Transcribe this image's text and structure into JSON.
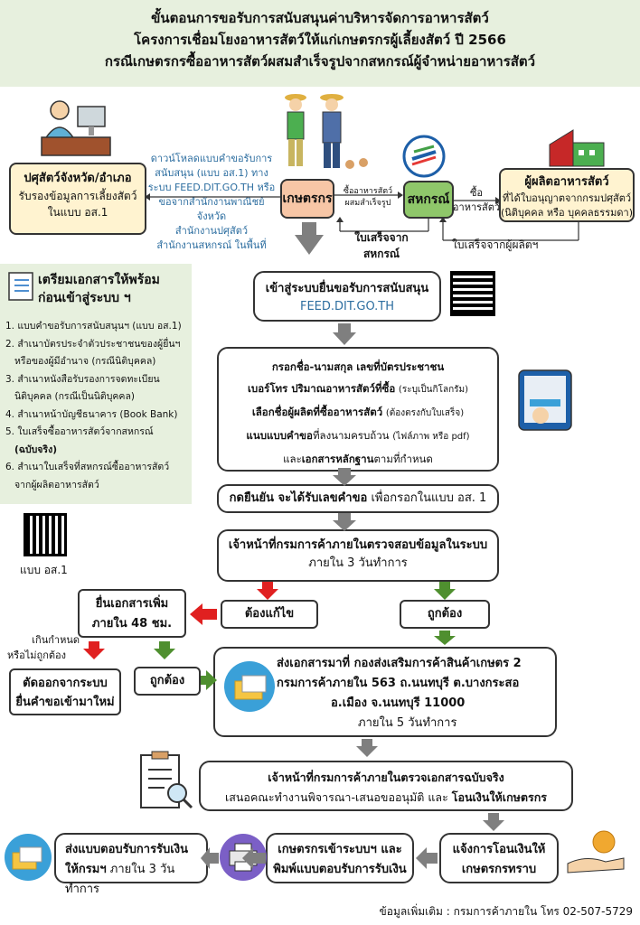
{
  "header": {
    "line1": "ขั้นตอนการขอรับการสนับสนุนค่าบริหารจัดการอาหารสัตว์",
    "line2": "โครงการเชื่อมโยงอาหารสัตว์ให้แก่เกษตรกรผู้เลี้ยงสัตว์ ปี 2566",
    "line3": "กรณีเกษตรกรซื้ออาหารสัตว์ผสมสำเร็จรูปจากสหกรณ์ผู้จำหน่ายอาหารสัตว์"
  },
  "flow_top": {
    "livestock_office_title": "ปศุสัตว์จังหวัด/อำเภอ",
    "livestock_office_text1": "รับรองข้อมูลการเลี้ยงสัตว์",
    "livestock_office_text2": "ในแบบ อส.1",
    "download_lines": [
      "ดาวน์โหลดแบบคำขอรับการ",
      "สนับสนุน (แบบ อส.1) ทาง",
      "ระบบ FEED.DIT.GO.TH หรือ",
      "ขอจากสำนักงานพาณิชย์จังหวัด",
      "สำนักงานปศุสัตว์",
      "สำนักงานสหกรณ์ ในพื้นที่"
    ],
    "farmer_label": "เกษตรกร",
    "coop_label": "สหกรณ์",
    "buy_feed_label1": "ซื้ออาหารสัตว์",
    "buy_feed_label2": "ผสมสำเร็จรูป",
    "receipt_coop1": "ใบเสร็จจาก",
    "receipt_coop2": "สหกรณ์",
    "buy_label1": "ซื้อ",
    "buy_label2": "อาหารสัตว์",
    "producer_title": "ผู้ผลิตอาหารสัตว์",
    "producer_text1": "ที่ได้ใบอนุญาตจากกรมปศุสัตว์",
    "producer_text2": "(นิติบุคคล หรือ บุคคลธรรมดา)",
    "receipt_producer": "ใบเสร็จจากผู้ผลิตฯ"
  },
  "prep": {
    "title1": "เตรียมเอกสารให้พร้อม",
    "title2": "ก่อนเข้าสู่ระบบ ฯ",
    "items": [
      "1. แบบคำขอรับการสนับสนุนฯ (แบบ อส.1)",
      "2. สำเนาบัตรประจำตัวประชาชนของผู้ยื่นฯ",
      "หรือของผู้มีอำนาจ (กรณีนิติบุคคล)",
      "3. สำเนาหนังสือรับรองการจดทะเบียน",
      "นิติบุคคล (กรณีเป็นนิติบุคคล)",
      "4. สำเนาหน้าบัญชีธนาคาร (Book Bank)",
      "5. ใบเสร็จซื้ออาหารสัตว์จากสหกรณ์",
      "(ฉบับจริง)",
      "6. สำเนาใบเสร็จที่สหกรณ์ซื้ออาหารสัตว์",
      "จากผู้ผลิตอาหารสัตว์"
    ],
    "qr_caption": "แบบ อส.1"
  },
  "steps": {
    "enter_title": "เข้าสู่ระบบยื่นขอรับการสนับสนุน",
    "enter_url": "FEED.DIT.GO.TH",
    "fill_l1": "กรอกชื่อ-นามสกุล เลขที่บัตรประชาชน",
    "fill_l2a": "เบอร์โทร ปริมาณอาหารสัตว์ที่ซื้อ",
    "fill_l2b": "(ระบุเป็นกิโลกรัม)",
    "fill_l3a": "เลือกชื่อผู้ผลิตที่ซื้ออาหารสัตว์",
    "fill_l3b": "(ต้องตรงกับใบเสร็จ)",
    "fill_l4a": "แนบแบบคำขอ",
    "fill_l4b": "ที่ลงนามครบถ้วน",
    "fill_l4c": "(ไฟล์ภาพ หรือ pdf)",
    "fill_l5a": "และ",
    "fill_l5b": "เอกสารหลักฐาน",
    "fill_l5c": "ตามที่กำหนด",
    "confirm_a": "กดยืนยัน จะได้รับเลขคำขอ",
    "confirm_b": "เพื่อกรอกในแบบ อส. 1",
    "verify_l1": "เจ้าหน้าที่กรมการค้าภายในตรวจสอบข้อมูลในระบบ",
    "verify_l2": "ภายใน 3 วันทำการ",
    "fix": "ต้องแก้ไข",
    "correct": "ถูกต้อง",
    "more_docs_l1": "ยื่นเอกสารเพิ่ม",
    "more_docs_l2": "ภายใน 48 ชม.",
    "overdue_l1": "เกินกำหนด",
    "overdue_l2": "หรือไม่ถูกต้อง",
    "cutoff_l1": "ตัดออกจากระบบ",
    "cutoff_l2": "ยื่นคำขอเข้ามาใหม่",
    "correct2": "ถูกต้อง",
    "send_l1": "ส่งเอกสารมาที่ กองส่งเสริมการค้าสินค้าเกษตร 2",
    "send_l2": "กรมการค้าภายใน 563 ถ.นนทบุรี ต.บางกระสอ",
    "send_l3": "อ.เมือง จ.นนทบุรี 11000",
    "send_l4": "ภายใน 5 วันทำการ",
    "original_l1": "เจ้าหน้าที่กรมการค้าภายในตรวจเอกสารฉบับจริง",
    "original_l2a": "เสนอคณะทำงานพิจารณา-เสนอขออนุมัติ  และ",
    "original_l2b": "โอนเงินให้เกษตรกร",
    "notify_l1": "แจ้งการโอนเงินให้",
    "notify_l2": "เกษตรกรทราบ",
    "login_l1": "เกษตรกรเข้าระบบฯ และ",
    "login_l2": "พิมพ์แบบตอบรับการรับเงิน",
    "reply_l1": "ส่งแบบตอบรับการรับเงิน",
    "reply_l2a": "ให้กรมฯ",
    "reply_l2b": "ภายใน 3 วันทำการ"
  },
  "footer": "ข้อมูลเพิ่มเติม : กรมการค้าภายใน โทร 02-507-5729",
  "colors": {
    "header_bg": "#e7f0de",
    "orange": "#f7c6a6",
    "green": "#8fc76a",
    "yellow": "#fff3d0",
    "red": "#e02020",
    "green_arrow": "#4f8f2f",
    "gray_arrow": "#7f7f7f",
    "blue_text": "#2d6ea0"
  }
}
